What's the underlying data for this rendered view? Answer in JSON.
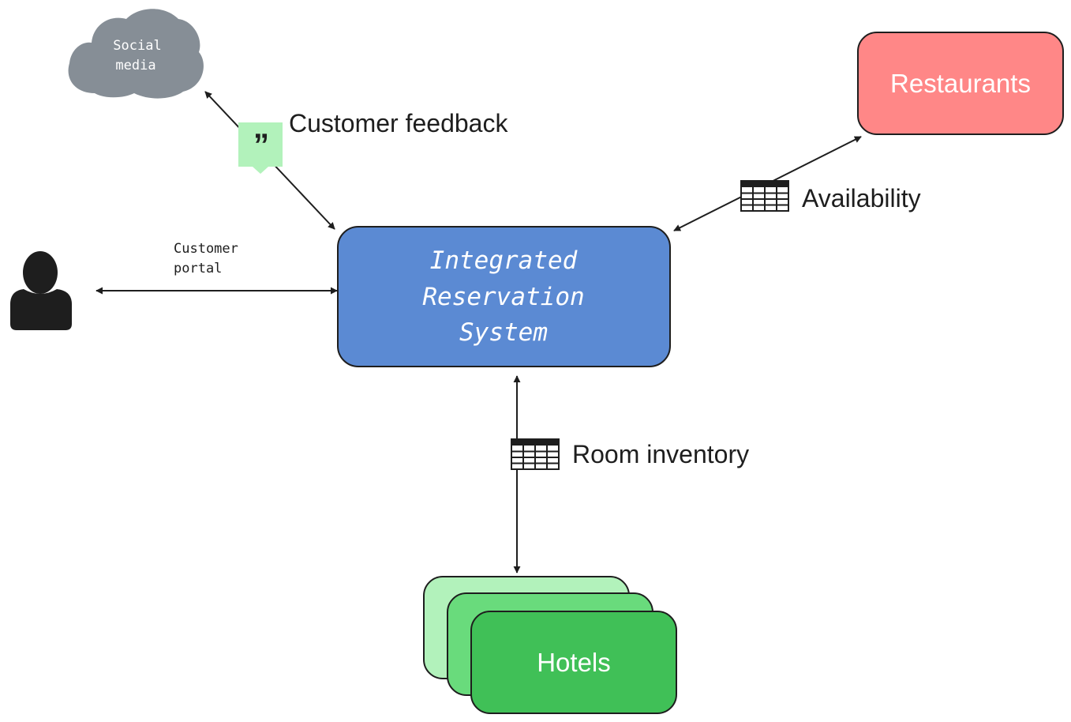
{
  "nodes": {
    "social_media": {
      "line1": "Social",
      "line2": "media",
      "color": "#868e96"
    },
    "restaurants": {
      "label": "Restaurants",
      "color": "#ff8787"
    },
    "system": {
      "line1": "Integrated",
      "line2": "Reservation",
      "line3": "System",
      "color": "#5b8ad3"
    },
    "hotels": {
      "label": "Hotels",
      "colors": [
        "#b2f2bb",
        "#69db7c",
        "#40c057"
      ]
    },
    "user": {
      "icon": "person-icon"
    }
  },
  "labels": {
    "customer_feedback": "Customer feedback",
    "availability": "Availability",
    "room_inventory": "Room inventory",
    "portal_line1": "Customer",
    "portal_line2": "portal"
  },
  "icons": {
    "feedback": "quote-bubble-icon",
    "availability": "table-icon",
    "inventory": "table-icon"
  }
}
